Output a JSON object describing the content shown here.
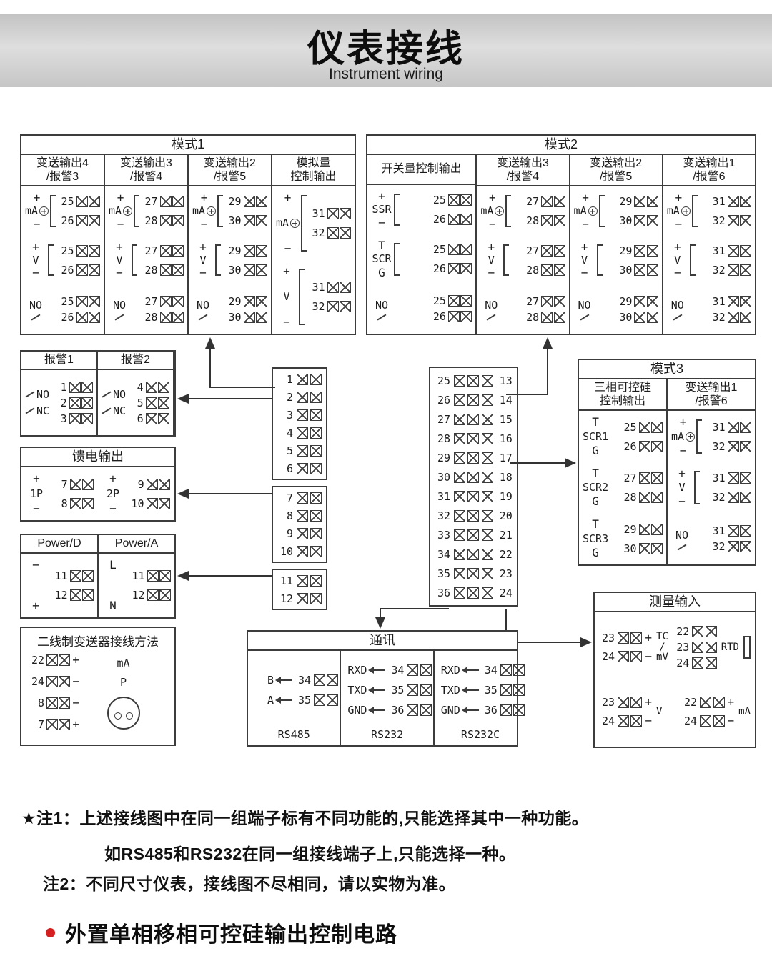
{
  "header": {
    "title": "仪表接线",
    "subtitle": "Instrument wiring"
  },
  "labels": {
    "plus": "+",
    "minus": "−",
    "ma": "mA",
    "v": "V",
    "no": "NO",
    "nc": "NC",
    "ssr": "SSR",
    "scr": "SCR",
    "t": "T",
    "g": "G"
  },
  "mode1": {
    "title": "模式1",
    "columns": [
      {
        "header": "变送输出4\n/报警3",
        "t": "25",
        "b": "26"
      },
      {
        "header": "变送输出3\n/报警4",
        "t": "27",
        "b": "28"
      },
      {
        "header": "变送输出2\n/报警5",
        "t": "29",
        "b": "30"
      }
    ],
    "analog": {
      "header": "模拟量\n控制输出",
      "t": "31",
      "b": "32"
    }
  },
  "mode2": {
    "title": "模式2",
    "switch_header": "开关量控制输出",
    "ssr": {
      "t": "25",
      "b": "26"
    },
    "scr": {
      "t": "25",
      "b": "26"
    },
    "no": {
      "t": "25",
      "b": "26"
    },
    "columns": [
      {
        "header": "变送输出3\n/报警4",
        "t": "27",
        "b": "28"
      },
      {
        "header": "变送输出2\n/报警5",
        "t": "29",
        "b": "30"
      },
      {
        "header": "变送输出1\n/报警6",
        "t": "31",
        "b": "32"
      }
    ]
  },
  "alarm": {
    "cols": [
      {
        "title": "报警1",
        "n1": "1",
        "n2": "2",
        "n3": "3"
      },
      {
        "title": "报警2",
        "n1": "4",
        "n2": "5",
        "n3": "6"
      }
    ]
  },
  "feed": {
    "title": "馈电输出",
    "groups": [
      {
        "name": "1P",
        "t": "7",
        "b": "8"
      },
      {
        "name": "2P",
        "t": "9",
        "b": "10"
      }
    ]
  },
  "power": {
    "d": {
      "title": "Power/D",
      "s1": "−",
      "n1": "11",
      "s2": "+",
      "n2": "12"
    },
    "a": {
      "title": "Power/A",
      "s1": "L",
      "n1": "11",
      "s2": "N",
      "n2": "12"
    }
  },
  "twowire": {
    "title": "二线制变送器接线方法",
    "rows": [
      {
        "n": "22",
        "s": "+"
      },
      {
        "n": "24",
        "s": "−"
      },
      {
        "n": "8",
        "s": "−"
      },
      {
        "n": "7",
        "s": "+"
      }
    ],
    "ma": "mA",
    "p": "P"
  },
  "center": {
    "left_g1": [
      "1",
      "2",
      "3",
      "4",
      "5",
      "6"
    ],
    "left_g2": [
      "7",
      "8",
      "9",
      "10"
    ],
    "left_g3": [
      "11",
      "12"
    ],
    "right": [
      {
        "a": "25",
        "b": "13"
      },
      {
        "a": "26",
        "b": "14"
      },
      {
        "a": "27",
        "b": "15"
      },
      {
        "a": "28",
        "b": "16"
      },
      {
        "a": "29",
        "b": "17"
      },
      {
        "a": "30",
        "b": "18"
      },
      {
        "a": "31",
        "b": "19"
      },
      {
        "a": "32",
        "b": "20"
      },
      {
        "a": "33",
        "b": "21"
      },
      {
        "a": "34",
        "b": "22"
      },
      {
        "a": "35",
        "b": "23"
      },
      {
        "a": "36",
        "b": "24"
      }
    ]
  },
  "comm": {
    "title": "通讯",
    "rs485": {
      "label": "RS485",
      "rows": [
        {
          "s": "B",
          "n": "34"
        },
        {
          "s": "A",
          "n": "35"
        }
      ]
    },
    "rs232": {
      "label": "RS232",
      "rows": [
        {
          "s": "RXD",
          "n": "34"
        },
        {
          "s": "TXD",
          "n": "35"
        },
        {
          "s": "GND",
          "n": "36"
        }
      ]
    },
    "rs232c": {
      "label": "RS232C",
      "rows": [
        {
          "s": "RXD",
          "n": "34"
        },
        {
          "s": "TXD",
          "n": "35"
        },
        {
          "s": "GND",
          "n": "36"
        }
      ]
    }
  },
  "mode3": {
    "title": "模式3",
    "col1_header": "三相可控硅\n控制输出",
    "col2_header": "变送输出1\n/报警6",
    "scrs": [
      {
        "name": "SCR1",
        "t": "25",
        "g": "26"
      },
      {
        "name": "SCR2",
        "t": "27",
        "g": "28"
      },
      {
        "name": "SCR3",
        "t": "29",
        "g": "30"
      }
    ],
    "out": {
      "t": "31",
      "b": "32"
    }
  },
  "measure": {
    "title": "测量输入",
    "tc": {
      "label": "TC\n/\nmV",
      "rows": [
        {
          "n": "23",
          "s": "+"
        },
        {
          "n": "24",
          "s": "−"
        }
      ]
    },
    "rtd": {
      "label": "RTD",
      "rows": [
        "22",
        "23",
        "24"
      ]
    },
    "v": {
      "label": "V",
      "rows": [
        {
          "n": "23",
          "s": "+"
        },
        {
          "n": "24",
          "s": "−"
        }
      ]
    },
    "ma": {
      "label": "mA",
      "rows": [
        {
          "n": "22",
          "s": "+"
        },
        {
          "n": "24",
          "s": "−"
        }
      ]
    }
  },
  "notes": {
    "n1_head": "★注1：",
    "n1_l1": "上述接线图中在同一组端子标有不同功能的,只能选择其中一种功能。",
    "n1_l2": "如RS485和RS232在同一组接线端子上,只能选择一种。",
    "n2_head": "注2：",
    "n2_text": "不同尺寸仪表，接线图不尽相同，请以实物为准。",
    "bullet": "外置单相移相可控硅输出控制电路"
  }
}
